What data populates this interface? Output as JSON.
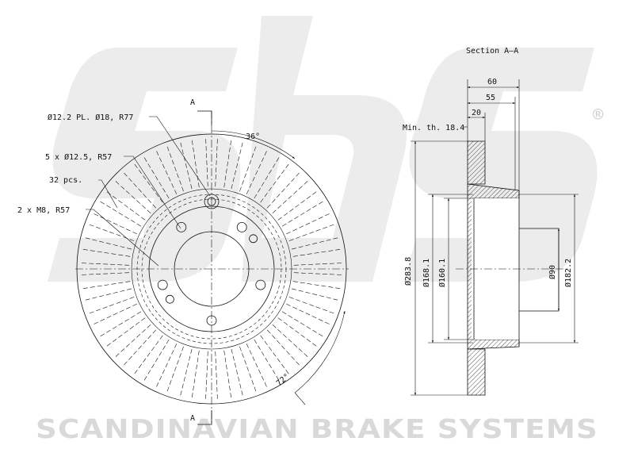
{
  "logo": {
    "text": "sbs",
    "registered_mark": "®",
    "company_name": "SCANDINAVIAN BRAKE SYSTEMS"
  },
  "front_view": {
    "section_marker_top": "A",
    "section_marker_bottom": "A",
    "labels": {
      "callout_1": "Ø12.2 PL. Ø18, R77",
      "callout_2": "5 x Ø12.5, R57",
      "callout_3": "32 pcs.",
      "callout_4": "2 x M8, R57",
      "angle_top": "36°",
      "angle_bottom": "72°"
    }
  },
  "section_view": {
    "title": "Section A–A",
    "min_thickness": "Min. th. 18.4",
    "dims": {
      "width_60": "60",
      "width_55": "55",
      "width_20": "20",
      "dia_outer": "Ø283.8",
      "dia_168": "Ø168.1",
      "dia_160": "Ø160.1",
      "dia_90": "Ø90",
      "dia_182": "Ø182.2"
    }
  },
  "colors": {
    "line": "#111111",
    "watermark": "#d9d9d9"
  }
}
